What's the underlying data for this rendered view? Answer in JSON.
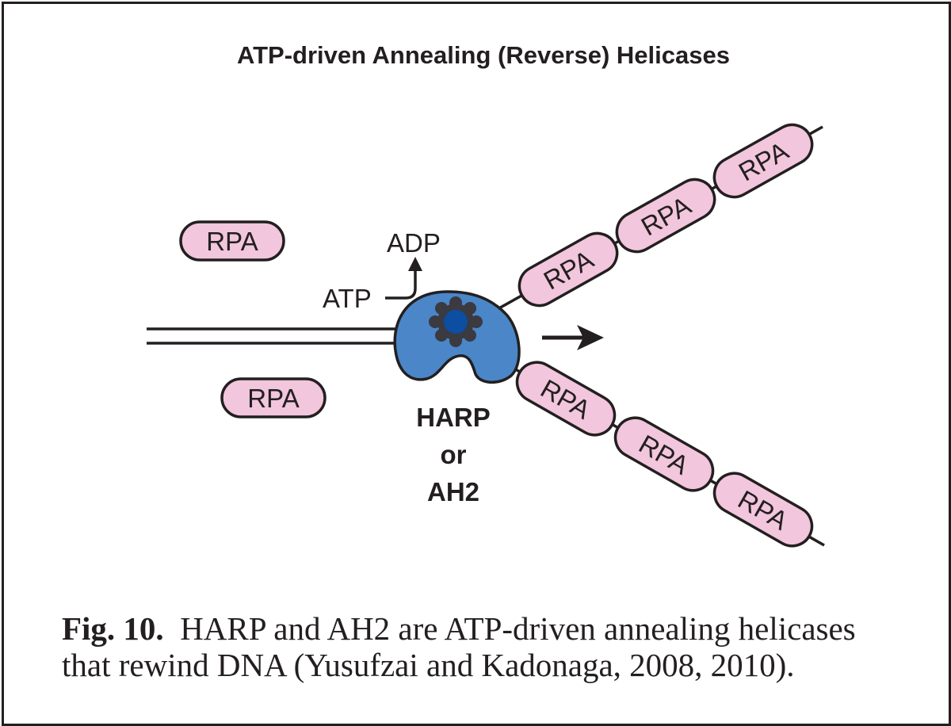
{
  "title": "ATP-driven Annealing (Reverse) Helicases",
  "free_rpa": [
    "RPA",
    "RPA"
  ],
  "upper_strand_rpa": [
    "RPA",
    "RPA",
    "RPA"
  ],
  "lower_strand_rpa": [
    "RPA",
    "RPA",
    "RPA"
  ],
  "atp_label": "ATP",
  "adp_label": "ADP",
  "enzyme_label": {
    "line1": "HARP",
    "line2": "or",
    "line3": "AH2"
  },
  "caption": {
    "label": "Fig. 10.",
    "line1": "HARP and AH2 are ATP-driven annealing helicases",
    "line2": "that rewind DNA (Yusufzai and Kadonaga, 2008, 2010)."
  },
  "colors": {
    "rpa_fill": "#f2c6dc",
    "enzyme_fill": "#4a86c8",
    "enzyme_core": "#0b4ea2",
    "enzyme_ring": "#3a3a40",
    "stroke": "#231f20"
  }
}
